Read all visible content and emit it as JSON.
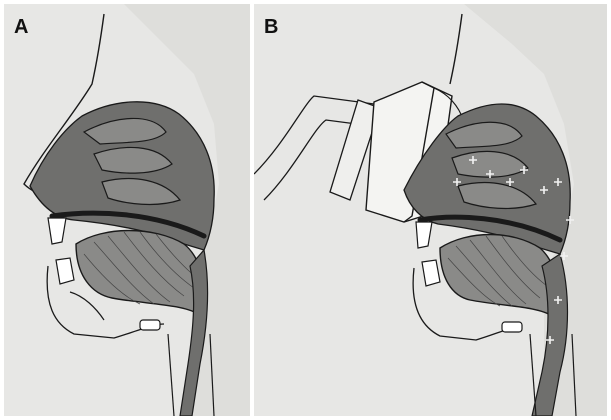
{
  "figure": {
    "panels": [
      {
        "label": "A"
      },
      {
        "label": "B"
      }
    ],
    "colors": {
      "background": "#ffffff",
      "panel_bg": "#e7e7e5",
      "airway_dark": "#6f6f6d",
      "airway_mid": "#8a8a88",
      "tissue_light": "#cfcfcc",
      "outline": "#1a1a1a",
      "plus_marker": "#f2f2f2"
    },
    "icons": {
      "pressure_marker": "plus-sign",
      "mask": "oronasal-mask"
    }
  }
}
